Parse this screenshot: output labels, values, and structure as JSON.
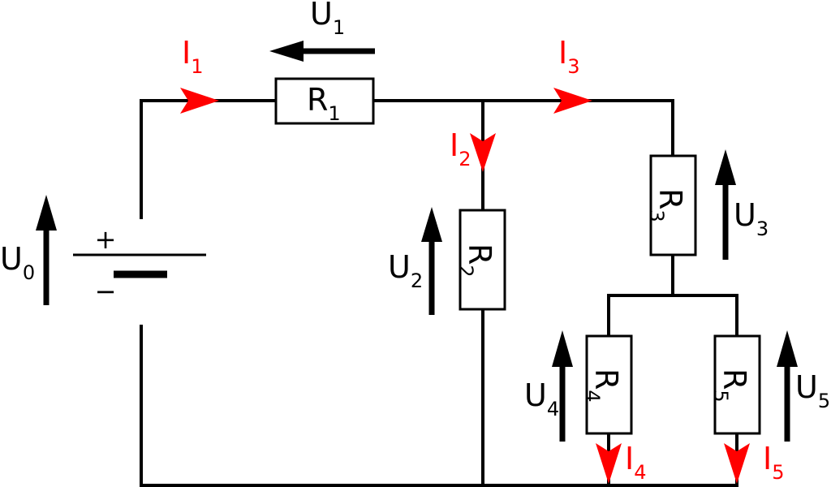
{
  "colors": {
    "wire": "#000000",
    "current": "#ff0000",
    "voltage": "#000000"
  },
  "battery": {
    "plus": "+",
    "minus": "−",
    "voltage": {
      "main": "U",
      "sub": "0"
    }
  },
  "resistors": {
    "r1": {
      "main": "R",
      "sub": "1"
    },
    "r2": {
      "main": "R",
      "sub": "2"
    },
    "r3": {
      "main": "R",
      "sub": "3"
    },
    "r4": {
      "main": "R",
      "sub": "4"
    },
    "r5": {
      "main": "R",
      "sub": "5"
    }
  },
  "voltages": {
    "u1": {
      "main": "U",
      "sub": "1"
    },
    "u2": {
      "main": "U",
      "sub": "2"
    },
    "u3": {
      "main": "U",
      "sub": "3"
    },
    "u4": {
      "main": "U",
      "sub": "4"
    },
    "u5": {
      "main": "U",
      "sub": "5"
    }
  },
  "currents": {
    "i1": {
      "main": "I",
      "sub": "1"
    },
    "i2": {
      "main": "I",
      "sub": "2"
    },
    "i3": {
      "main": "I",
      "sub": "3"
    },
    "i4": {
      "main": "I",
      "sub": "4"
    },
    "i5": {
      "main": "I",
      "sub": "5"
    }
  }
}
